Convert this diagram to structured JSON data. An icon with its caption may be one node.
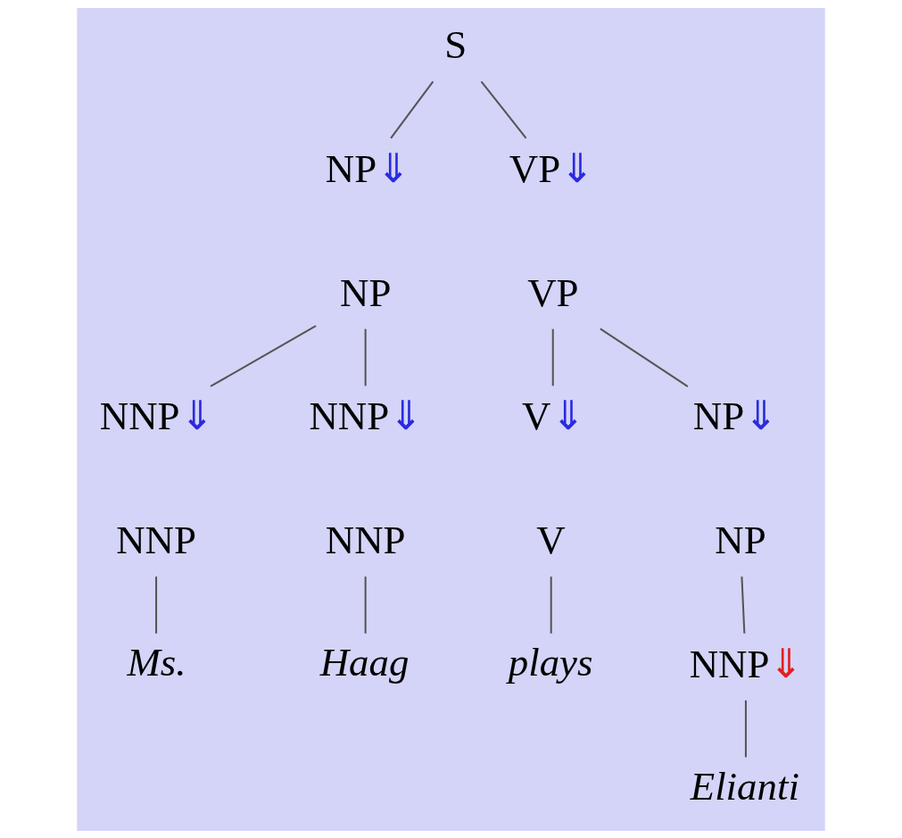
{
  "diagram": {
    "nodes": [
      {
        "text": [
          "S"
        ]
      },
      {
        "text": [
          "NP",
          "⇓"
        ]
      },
      {
        "text": [
          "VP",
          "⇓"
        ]
      },
      {
        "text": [
          "NP"
        ]
      },
      {
        "text": [
          "NNP",
          "⇓"
        ]
      },
      {
        "text": [
          "NNP",
          "⇓"
        ]
      },
      {
        "text": [
          "VP"
        ]
      },
      {
        "text": [
          "V",
          "⇓"
        ]
      },
      {
        "text": [
          "NP",
          "⇓"
        ]
      },
      {
        "text": [
          "NNP"
        ]
      },
      {
        "text": [
          "Ms."
        ]
      },
      {
        "text": [
          "NNP"
        ]
      },
      {
        "text": [
          "Haag"
        ]
      },
      {
        "text": [
          "V"
        ]
      },
      {
        "text": [
          "plays"
        ]
      },
      {
        "text": [
          "NP"
        ]
      },
      {
        "text": [
          "NNP",
          "⇓"
        ]
      },
      {
        "text": [
          "Elianti"
        ]
      }
    ],
    "edges": [
      {
        "from": 0,
        "to": 1,
        "arrow": "none"
      },
      {
        "from": 0,
        "to": 2,
        "arrow": "none"
      },
      {
        "from": 3,
        "to": 4,
        "arrow": "none"
      },
      {
        "from": 3,
        "to": 5,
        "arrow": "none"
      },
      {
        "from": 6,
        "to": 7,
        "arrow": "none"
      },
      {
        "from": 6,
        "to": 8,
        "arrow": "none"
      },
      {
        "from": 9,
        "to": 10,
        "arrow": "none"
      },
      {
        "from": 11,
        "to": 12,
        "arrow": "none"
      },
      {
        "from": 13,
        "to": 14,
        "arrow": "none"
      },
      {
        "from": 15,
        "to": 16,
        "arrow": "none"
      },
      {
        "from": 16,
        "to": 17,
        "arrow": "none"
      }
    ]
  }
}
